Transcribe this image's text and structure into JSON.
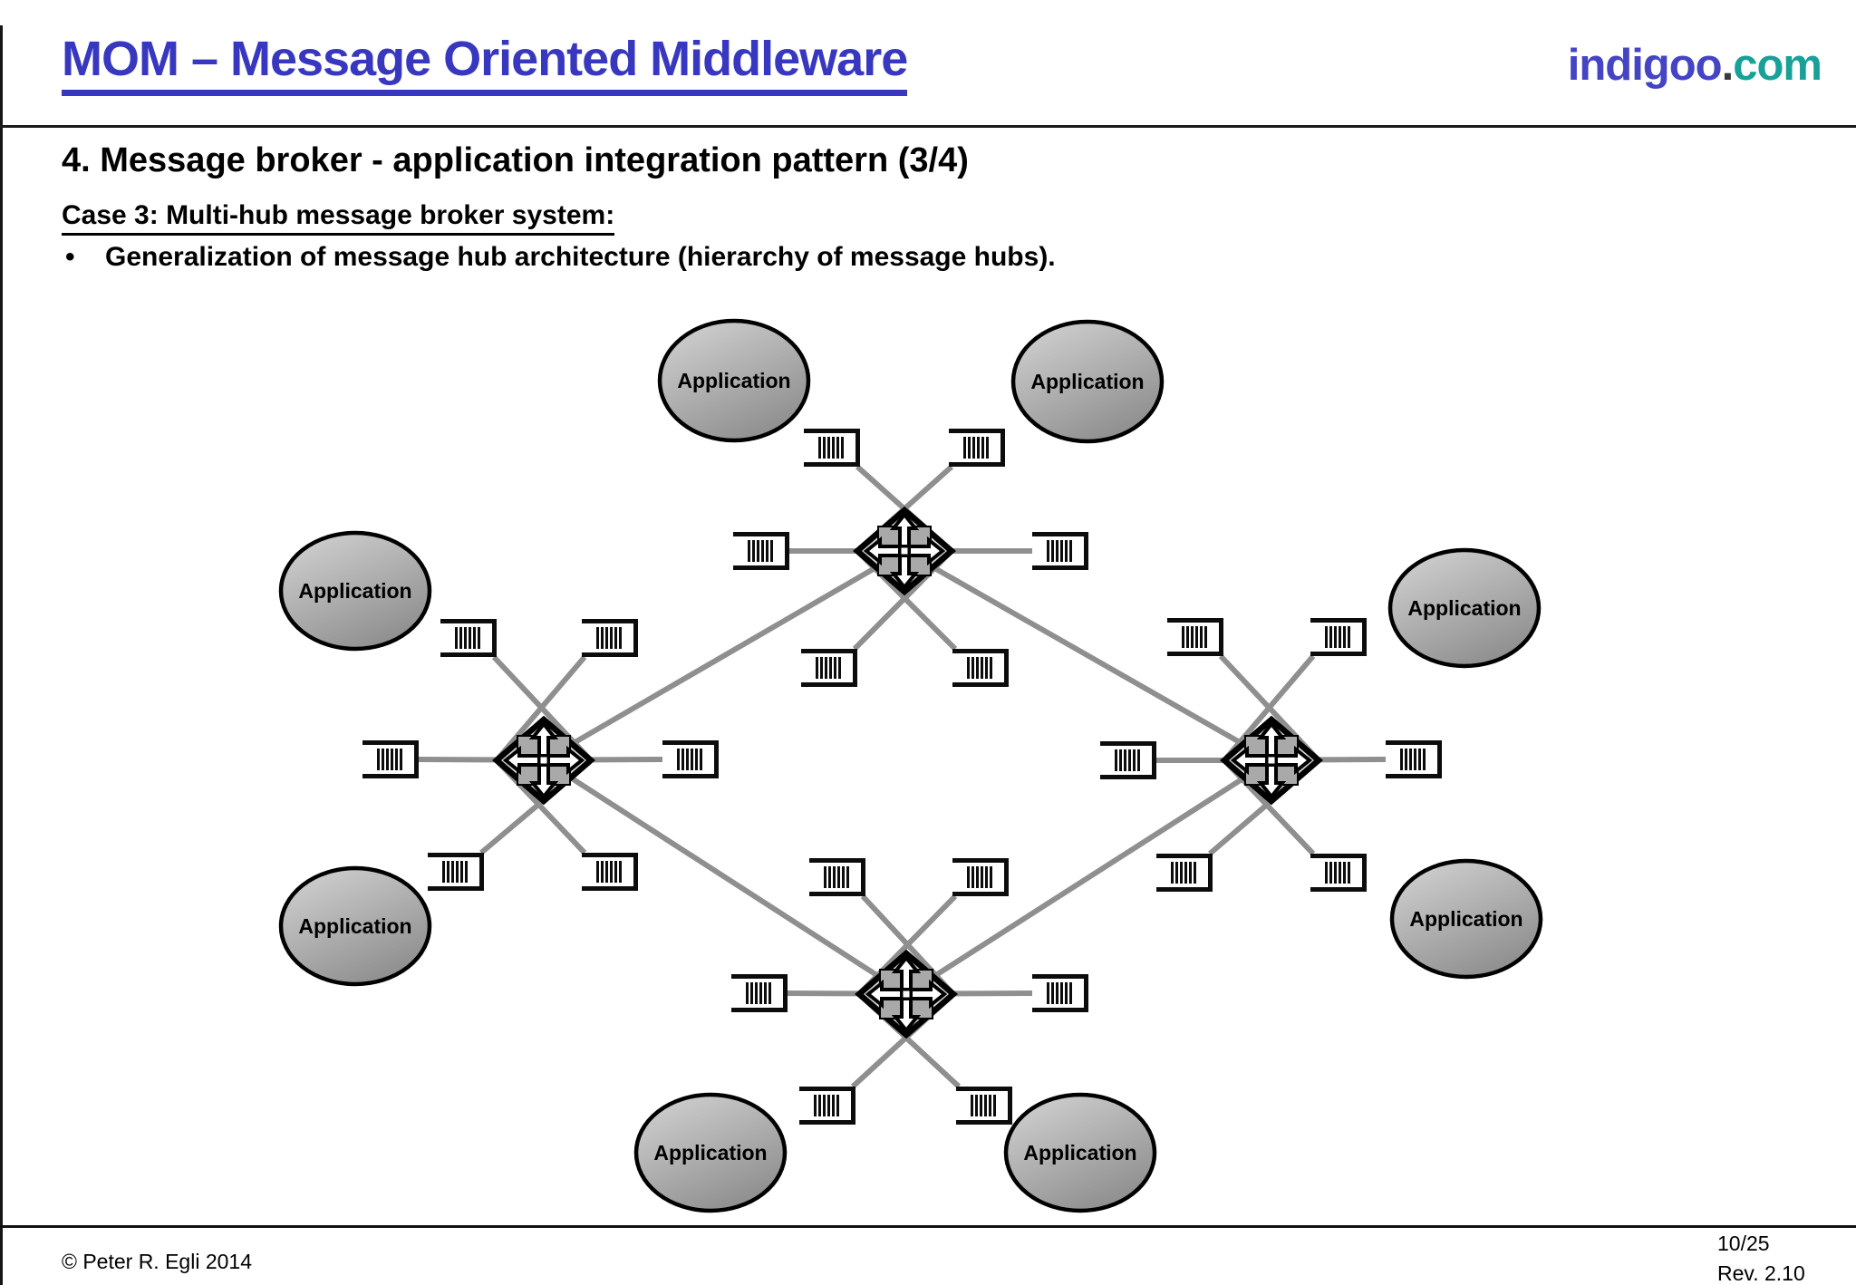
{
  "header": {
    "title": "MOM – Message Oriented Middleware",
    "logo": {
      "part1": "indigoo",
      "dot": ".",
      "part2": "com"
    },
    "colors": {
      "title_blue": "#3737c0",
      "logo_blue": "#4444c4",
      "logo_teal": "#18a099"
    }
  },
  "content": {
    "heading": "4. Message broker - application integration pattern (3/4)",
    "case_line": "Case 3: Multi-hub message broker system:",
    "bullet_marker": "•",
    "bullet": "Generalization of message hub architecture (hierarchy of message hubs)."
  },
  "diagram": {
    "application_label": "Application",
    "application_count": 8,
    "hub_count": 4,
    "queues_per_hub": 6,
    "icons": {
      "hub": "message-hub-crossed-arrows-icon",
      "queue": "message-queue-icon",
      "application": "application-ellipse"
    },
    "colors": {
      "connector_gray": "#8f8f8f",
      "hub_fill": "#d4d4d4",
      "hub_quadrant": "#a9a9a9",
      "app_gradient_light": "#cfcfcf",
      "app_gradient_dark": "#8a8a8a"
    }
  },
  "footer": {
    "copyright": "© Peter R. Egli 2014",
    "page": "10/25",
    "revision": "Rev. 2.10"
  }
}
